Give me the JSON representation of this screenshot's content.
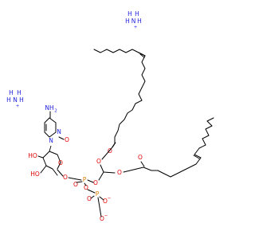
{
  "labels": {
    "ammonium_top": "NH4+",
    "ammonium_left": "NH4+",
    "nh4_top_H": "H",
    "nh4_top_N": "N",
    "nh4_top_plus": "+",
    "nh4_left_H": "H",
    "nh4_left_N": "N",
    "nh4_left_plus": "+",
    "amine_NH2": "NH",
    "amine_sub": "2",
    "ring_N_top": "N",
    "ring_N_bottom": "N",
    "ring_O": "O",
    "ho_1": "HO",
    "ho_2": "HO",
    "sugar_O": "O",
    "link_O1": "O",
    "phos_P1": "P",
    "phos_O_1a": "O",
    "phos_O_1b": "O",
    "phos_O_1c": "O",
    "phos_P2": "P",
    "phos_O_2a": "O",
    "phos_O_2b": "O",
    "neg_O1": "O",
    "neg_charge1": "−",
    "neg_O2": "O",
    "neg_charge2": "−",
    "ester_O1": "O",
    "ester_O1_carbonyl": "O",
    "ester_O2": "O",
    "ester_O2_carbonyl": "O"
  },
  "colors": {
    "bond": "#000000",
    "oxygen": "#e00000",
    "nitrogen": "#2020e0",
    "phosphorus": "#e08000"
  }
}
